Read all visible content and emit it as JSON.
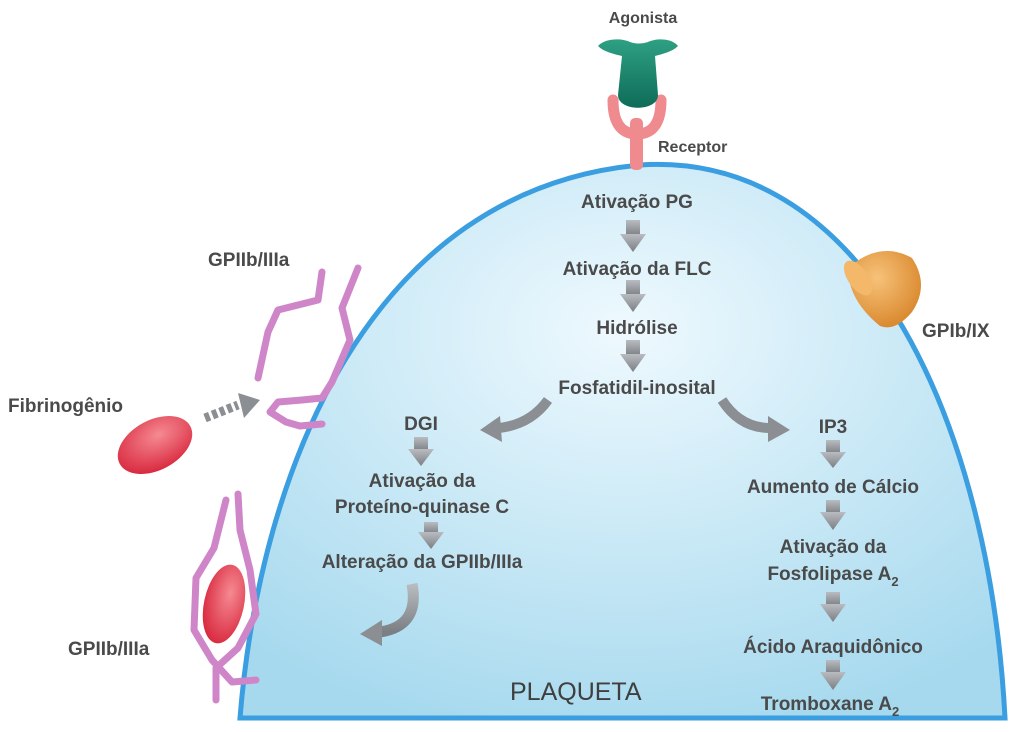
{
  "colors": {
    "membrane": "#3a9ee0",
    "cytoplasm_light": "#e6f6fd",
    "cytoplasm_dark": "#a6d9ee",
    "receptor": "#ef8a8e",
    "agonist": "#1a8a6a",
    "gpib": "#e29a3e",
    "integrin": "#cf86c8",
    "fibrinogen": "#e23a4e",
    "arrow": "#8b8e93",
    "text": "#4a4a4a"
  },
  "labels": {
    "agonist": "Agonista",
    "receptor": "Receptor",
    "gpib_ix": "GPIb/IX",
    "gpiib_top": "GPIIb/IIIa",
    "gpiib_bottom": "GPIIb/IIIa",
    "fibrinogen": "Fibrinogênio",
    "cell": "PLAQUETA"
  },
  "pathway": {
    "step1": "Ativação PG",
    "step2": "Ativação da FLC",
    "step3": "Hidrólise",
    "step4": "Fosfatidil-inosital",
    "left": {
      "dgi": "DGI",
      "pkc_line1": "Ativação da",
      "pkc_line2": "Proteíno-quinase C",
      "alteration": "Alteração da GPIIb/IIIa"
    },
    "right": {
      "ip3": "IP3",
      "calcium": "Aumento de Cálcio",
      "pla_line1": "Ativação da",
      "pla_line2": "Fosfolipase A",
      "pla_sub": "2",
      "arachidonic": "Ácido Araquidônico",
      "thromboxane": "Tromboxane A",
      "thromboxane_sub": "2"
    }
  }
}
